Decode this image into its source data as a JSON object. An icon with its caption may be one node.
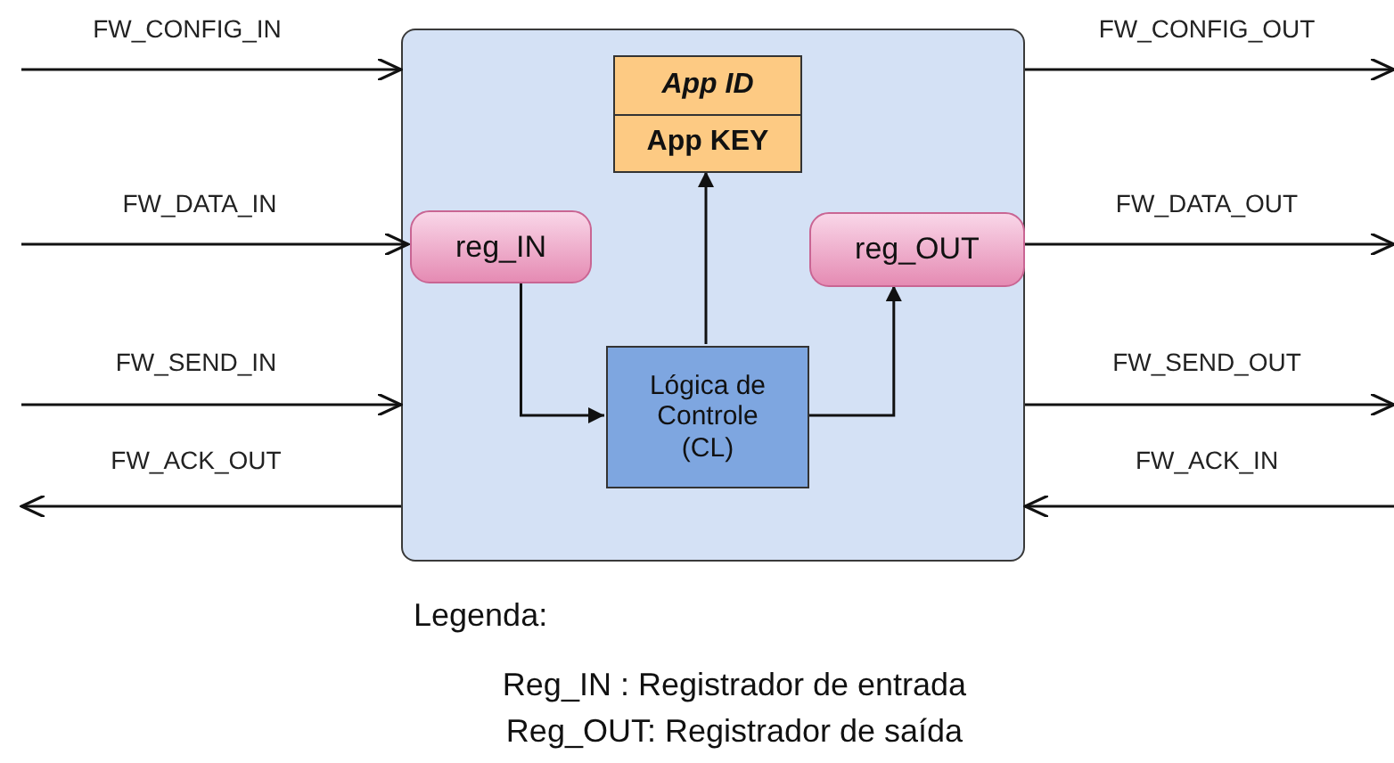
{
  "diagram": {
    "nodes": [
      {
        "text": [],
        "shape": "box"
      },
      {
        "text": [
          "App ID",
          "App KEY"
        ],
        "in": 0
      },
      {
        "text": [
          "reg_IN"
        ],
        "in": 0
      },
      {
        "text": [
          "reg_OUT"
        ],
        "in": 0
      },
      {
        "text": [
          "Lógica de Controle (CL)"
        ],
        "in": 0
      }
    ],
    "edges": [
      {
        "from": null,
        "to": 0,
        "arrow": "to",
        "label": "FW_CONFIG_IN"
      },
      {
        "from": null,
        "to": 2,
        "arrow": "to",
        "label": "FW_DATA_IN"
      },
      {
        "from": null,
        "to": 0,
        "arrow": "to",
        "label": "FW_SEND_IN"
      },
      {
        "from": 0,
        "to": null,
        "arrow": "to",
        "label": "FW_ACK_OUT"
      },
      {
        "from": 0,
        "to": null,
        "arrow": "to",
        "label": "FW_CONFIG_OUT"
      },
      {
        "from": 3,
        "to": null,
        "arrow": "to",
        "label": "FW_DATA_OUT"
      },
      {
        "from": 0,
        "to": null,
        "arrow": "to",
        "label": "FW_SEND_OUT"
      },
      {
        "from": null,
        "to": 0,
        "arrow": "to",
        "label": "FW_ACK_IN"
      },
      {
        "from": 2,
        "to": 4,
        "arrow": "to"
      },
      {
        "from": 4,
        "to": 1,
        "arrow": "to"
      },
      {
        "from": 4,
        "to": 3,
        "arrow": "to"
      }
    ],
    "labels": [
      "Legenda:",
      "Reg_IN : Registrador de entrada",
      "Reg_OUT: Registrador de saída"
    ]
  }
}
